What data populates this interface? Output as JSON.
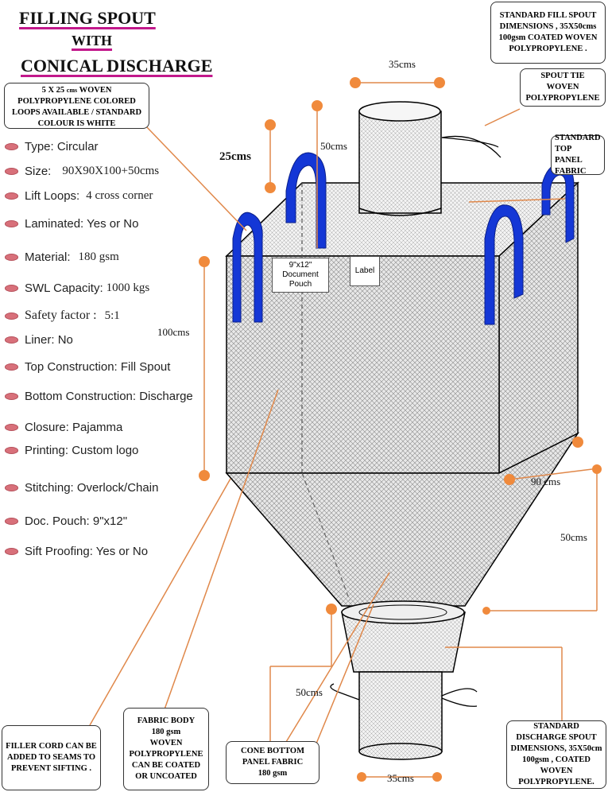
{
  "title": {
    "line1": "FILLING SPOUT",
    "line2": "WITH",
    "line3": "CONICAL  DISCHARGE"
  },
  "callouts": {
    "loops_prefix": "5 X 25",
    "loops_unit": "cms",
    "loops_rest": "WOVEN POLYPROPYLENE COLORED LOOPS AVAILABLE / STANDARD COLOUR IS WHITE",
    "fill_spout": "STANDARD FILL SPOUT DIMENSIONS ,  35X50cms 100gsm COATED WOVEN POLYPROPYLENE .",
    "spout_tie": "SPOUT TIE WOVEN POLYPROPYLENE",
    "top_panel": "STANDARD TOP PANEL FABRIC",
    "filler_cord": "FILLER CORD CAN BE ADDED TO SEAMS TO PREVENT SIFTING .",
    "fabric_body_a": "FABRIC BODY",
    "fabric_body_b": "180 gsm",
    "fabric_body_c": "WOVEN POLYPROPYLENE CAN BE COATED OR UNCOATED",
    "cone_bottom_a": "CONE BOTTOM PANEL FABRIC",
    "cone_bottom_b": "180 gsm",
    "discharge_spout": "STANDARD DISCHARGE SPOUT DIMENSIONS, 35X50cm 100gsm , COATED WOVEN POLYPROPYLENE."
  },
  "specs": [
    {
      "label": "Type: Circular",
      "value": ""
    },
    {
      "label": "Size:",
      "value": "90X90X100+50cms"
    },
    {
      "label": "Lift Loops:",
      "value": "4 cross corner"
    },
    {
      "label": "Laminated: Yes or No",
      "value": ""
    },
    {
      "label": "Material:",
      "value": "180 gsm"
    },
    {
      "label": "SWL Capacity:",
      "value": "1000 kgs"
    },
    {
      "label": "Safety factor :",
      "value": "5:1"
    },
    {
      "label": "Liner: No",
      "value": ""
    },
    {
      "label": "Top Construction: Fill Spout",
      "value": ""
    },
    {
      "label": "Bottom Construction: Discharge",
      "value": ""
    },
    {
      "label": "Closure: Pajamma",
      "value": ""
    },
    {
      "label": "Printing: Custom logo",
      "value": ""
    },
    {
      "label": "Stitching: Overlock/Chain",
      "value": ""
    },
    {
      "label": "Doc. Pouch: 9\"x12\"",
      "value": ""
    },
    {
      "label": "Sift Proofing: Yes or No",
      "value": ""
    }
  ],
  "dimensions": {
    "top_spout_width": "35cms",
    "top_spout_height": "50cms",
    "loop_height": "25cms",
    "body_height": "100cms",
    "body_width": "90  cms",
    "cone_height": "50cms",
    "bottom_spout_height": "50cms",
    "bottom_spout_width": "35cms"
  },
  "labels": {
    "document_pouch": "9\"x12\" Document Pouch",
    "label": "Label"
  },
  "colors": {
    "loop_blue": "#1437d6",
    "marker_orange": "#f08a3c",
    "title_underline": "#c2188b",
    "bullet": "#d8707a"
  }
}
